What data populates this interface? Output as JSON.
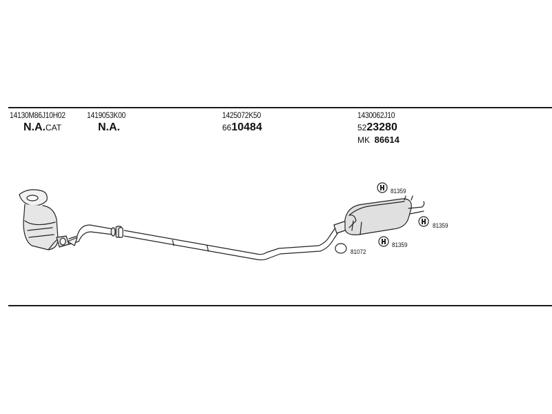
{
  "parts": [
    {
      "number": "14130M86J10H02",
      "big": "N.A.",
      "suffix": "CAT"
    },
    {
      "number": "1419053K00",
      "big": "N.A."
    },
    {
      "number": "1425072K50",
      "prefix": "66",
      "big": "10484"
    },
    {
      "number": "1430062J10",
      "prefix": "52",
      "big": "23280",
      "extra_prefix": "MK",
      "extra_value": "86614"
    }
  ],
  "fittings": [
    {
      "code": "81359"
    },
    {
      "code": "81359"
    },
    {
      "code": "81359"
    },
    {
      "code": "81072"
    }
  ]
}
